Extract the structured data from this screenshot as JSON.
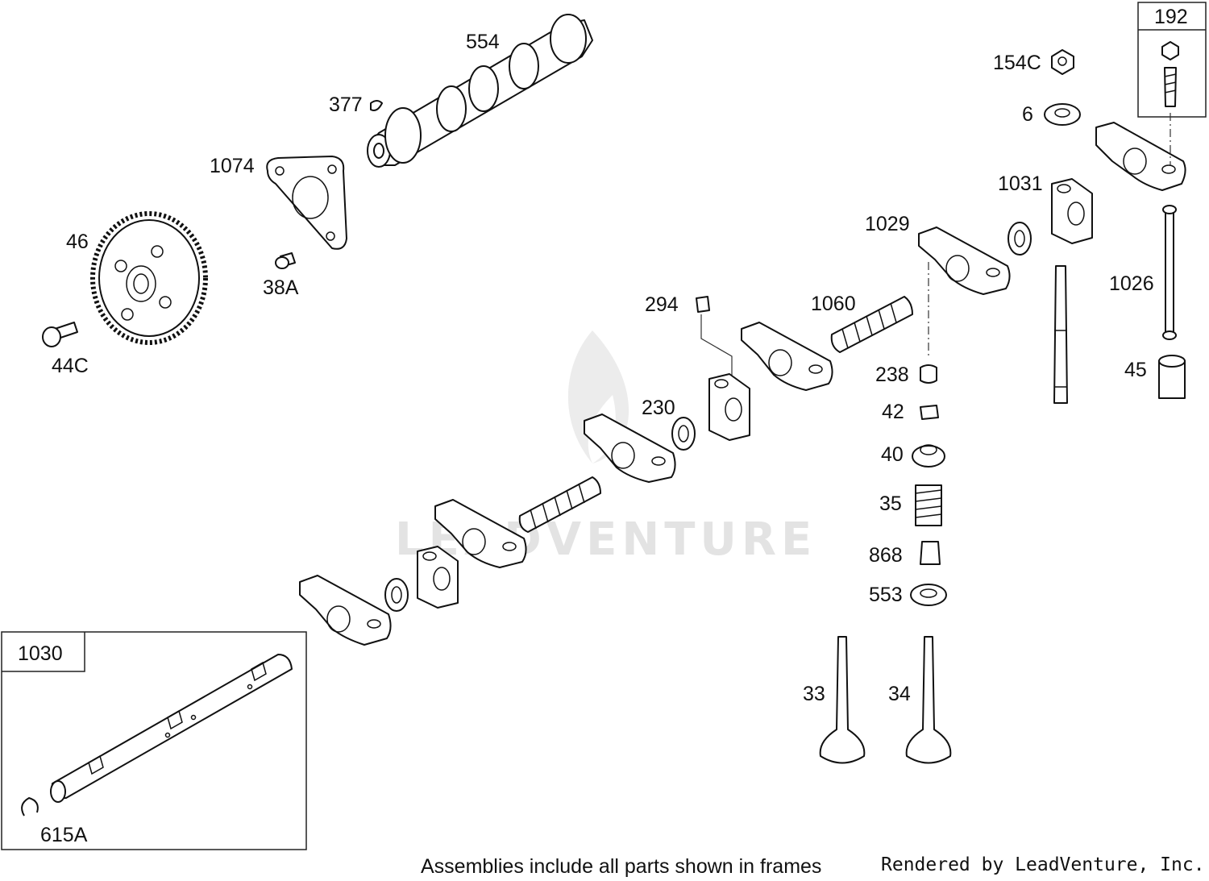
{
  "watermark": "LEADVENTURE",
  "parts": [
    {
      "id": "554"
    },
    {
      "id": "377"
    },
    {
      "id": "1074"
    },
    {
      "id": "46"
    },
    {
      "id": "38A"
    },
    {
      "id": "44C"
    },
    {
      "id": "154C"
    },
    {
      "id": "6"
    },
    {
      "id": "192"
    },
    {
      "id": "1031"
    },
    {
      "id": "1029"
    },
    {
      "id": "1026"
    },
    {
      "id": "294"
    },
    {
      "id": "1060"
    },
    {
      "id": "238"
    },
    {
      "id": "45"
    },
    {
      "id": "230"
    },
    {
      "id": "42"
    },
    {
      "id": "40"
    },
    {
      "id": "35"
    },
    {
      "id": "868"
    },
    {
      "id": "553"
    },
    {
      "id": "1030"
    },
    {
      "id": "615A"
    },
    {
      "id": "33"
    },
    {
      "id": "34"
    }
  ],
  "footer": {
    "note": "Assemblies include all parts shown in frames",
    "credit": "Rendered by LeadVenture, Inc."
  }
}
